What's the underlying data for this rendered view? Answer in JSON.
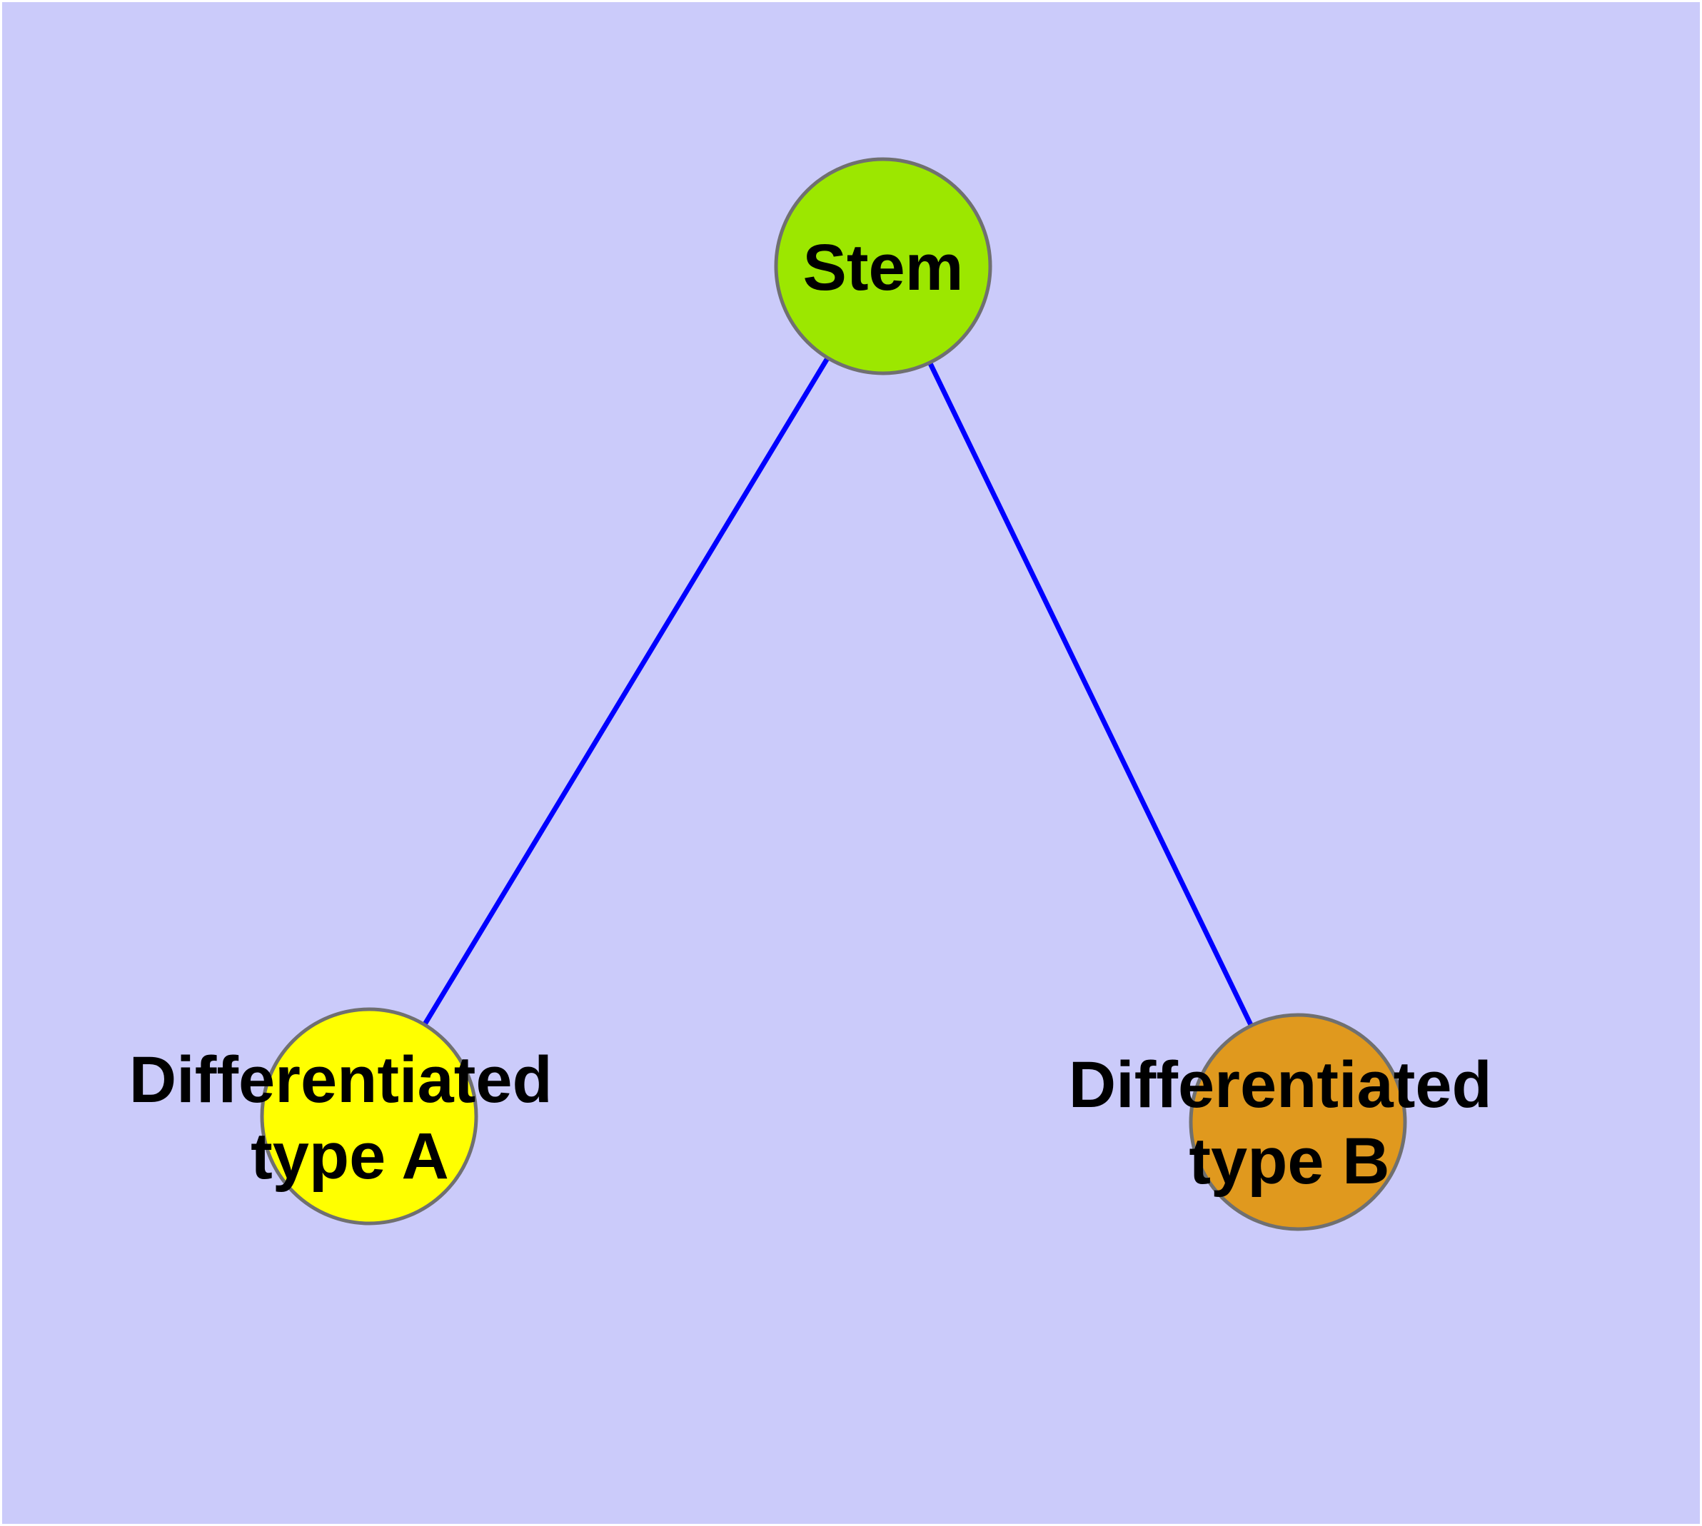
{
  "diagram": {
    "description": "Cell differentiation graph: a stem node connected to two differentiated cell type nodes",
    "frame_color": "#FFFFFF",
    "background_color": "#CBCBFA",
    "edge_color": "#0000FF",
    "label_color": "#000000",
    "node_border_color": "#707070",
    "nodes": [
      {
        "id": "stem",
        "label": "Stem",
        "label_lines": [
          "Stem"
        ],
        "fill": "#9CE700",
        "border_color": "#707070"
      },
      {
        "id": "differentiated-type-a",
        "label": "Differentiated type A",
        "label_lines": [
          "Differentiated",
          "type A"
        ],
        "fill": "#FFFF00",
        "border_color": "#707070"
      },
      {
        "id": "differentiated-type-b",
        "label": "Differentiated type B",
        "label_lines": [
          "Differentiated",
          "type B"
        ],
        "fill": "#E0991E",
        "border_color": "#707070"
      }
    ],
    "edges": [
      {
        "from": "stem",
        "to": "differentiated-type-a",
        "color": "#0000FF"
      },
      {
        "from": "stem",
        "to": "differentiated-type-b",
        "color": "#0000FF"
      }
    ]
  }
}
